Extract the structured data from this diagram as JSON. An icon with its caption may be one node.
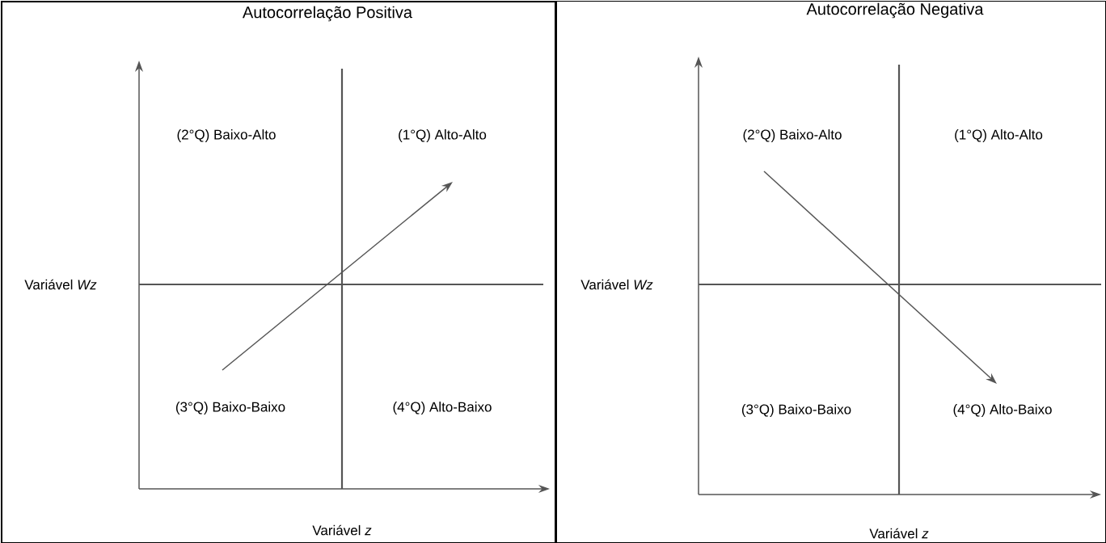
{
  "diagram": {
    "nodes": [
      {
        "text": [
          "Autocorrelação Positiva"
        ]
      },
      {
        "text": [
          "Autocorrelação Negativa"
        ]
      }
    ],
    "labels": [
      "(2°Q) Baixo-Alto",
      "(1°Q) Alto-Alto",
      "Variável *Wz*",
      "(3°Q) Baixo-Baixo",
      "(4°Q) Alto-Baixo",
      "Variável *z*",
      "(2°Q) Baixo-Alto",
      "(1°Q) Alto-Alto",
      "Variável *Wz*",
      "(3°Q) Baixo-Baixo",
      "(4°Q) Alto-Baixo",
      "Variável *z*"
    ]
  }
}
